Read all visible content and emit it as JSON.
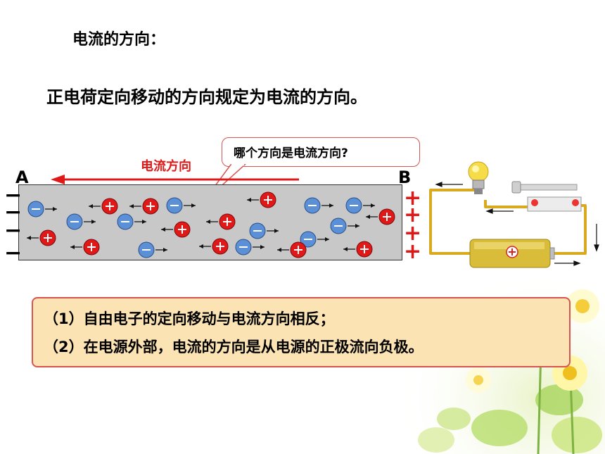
{
  "heading": "电流的方向：",
  "definition": "正电荷定向移动的方向规定为电流的方向。",
  "diagram": {
    "label_a": "A",
    "label_b": "B",
    "current_direction_label": "电流方向",
    "callout_question": "哪个方向是电流方向?",
    "negative_sign": "−",
    "positive_sign": "+"
  },
  "summary": {
    "line1": "（1）自由电子的定向移动与电流方向相反；",
    "line2": "（2）在电源外部，电流的方向是从电源的正极流向负极。"
  },
  "colors": {
    "current_arrow": "#e01818",
    "positive_charge": "#e01818",
    "negative_charge": "#5b8fd6",
    "conductor": "#c8c8c8",
    "summary_bg": "#fbe3b3",
    "summary_border": "#d9534f",
    "wire": "#e8c33a"
  }
}
